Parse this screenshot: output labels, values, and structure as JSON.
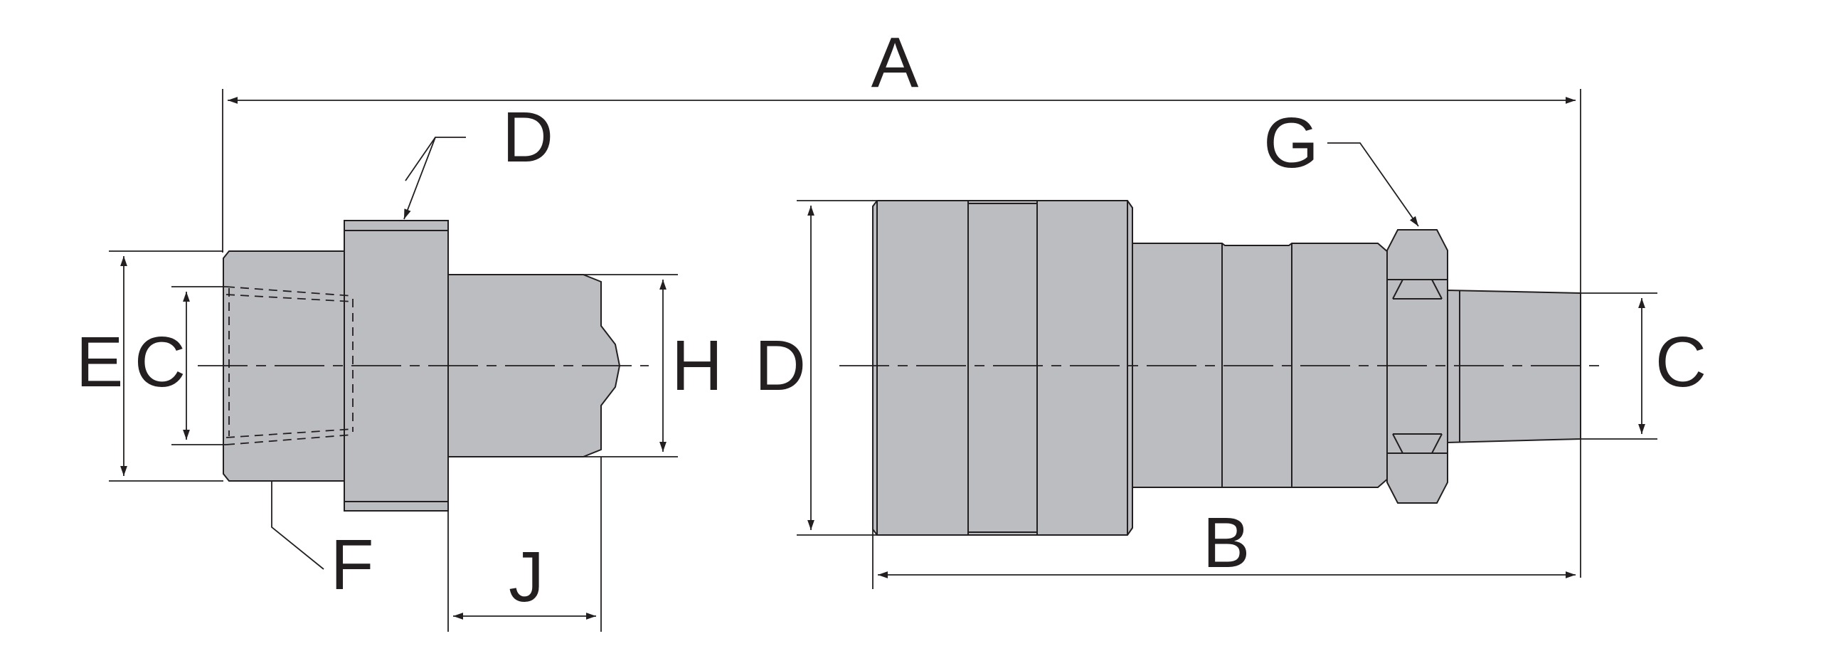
{
  "labels": {
    "A": "A",
    "B": "B",
    "C_left": "C",
    "C_right": "C",
    "D_top": "D",
    "D_right": "D",
    "E": "E",
    "F": "F",
    "G": "G",
    "H": "H",
    "J": "J"
  },
  "colors": {
    "body_fill": "#bcbdc0",
    "line": "#231f20",
    "background": "#ffffff"
  }
}
